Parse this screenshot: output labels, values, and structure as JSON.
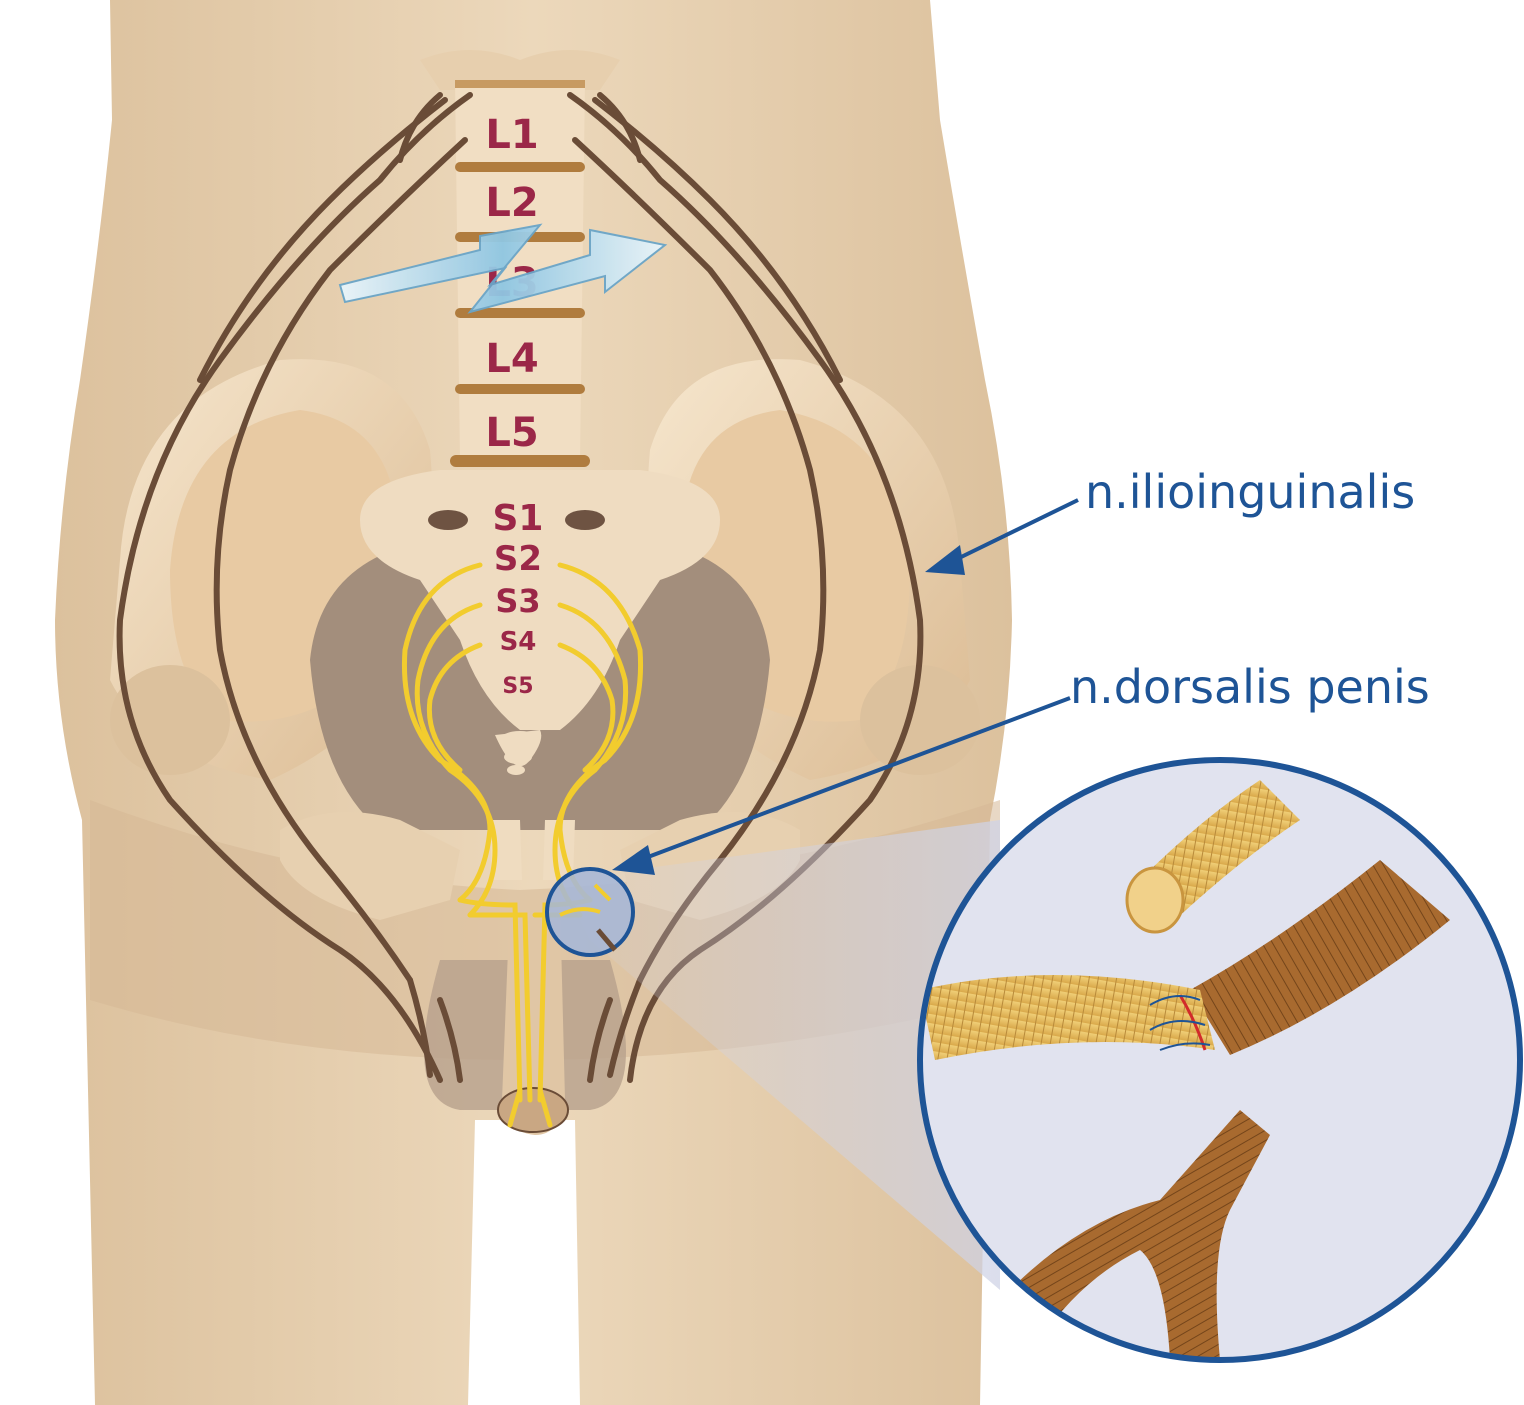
{
  "vertebrae": {
    "lumbar": [
      "L1",
      "L2",
      "L3",
      "L4",
      "L5"
    ],
    "sacral": [
      "S1",
      "S2",
      "S3",
      "S4",
      "S5"
    ]
  },
  "labels": {
    "ilioinguinal": "n.ilioinguinalis",
    "dorsal_penile": "n.dorsalis penis"
  },
  "colors": {
    "skin": "#e9d3b4",
    "skin_shadow": "#d9bd98",
    "bone": "#f3e0c4",
    "bone_shadow": "#dcbf98",
    "cavity": "#a08d7c",
    "disc": "#b07c3e",
    "nerve_brown": "#6a4c37",
    "nerve_yellow": "#f2cc2e",
    "vertebra_text": "#9b2748",
    "label_blue": "#1e5496",
    "inset_bg": "#e1e3ef"
  },
  "icons": {
    "stimulus": "lightning-arrow-icon",
    "magnifier": "magnifier-circle-icon"
  }
}
